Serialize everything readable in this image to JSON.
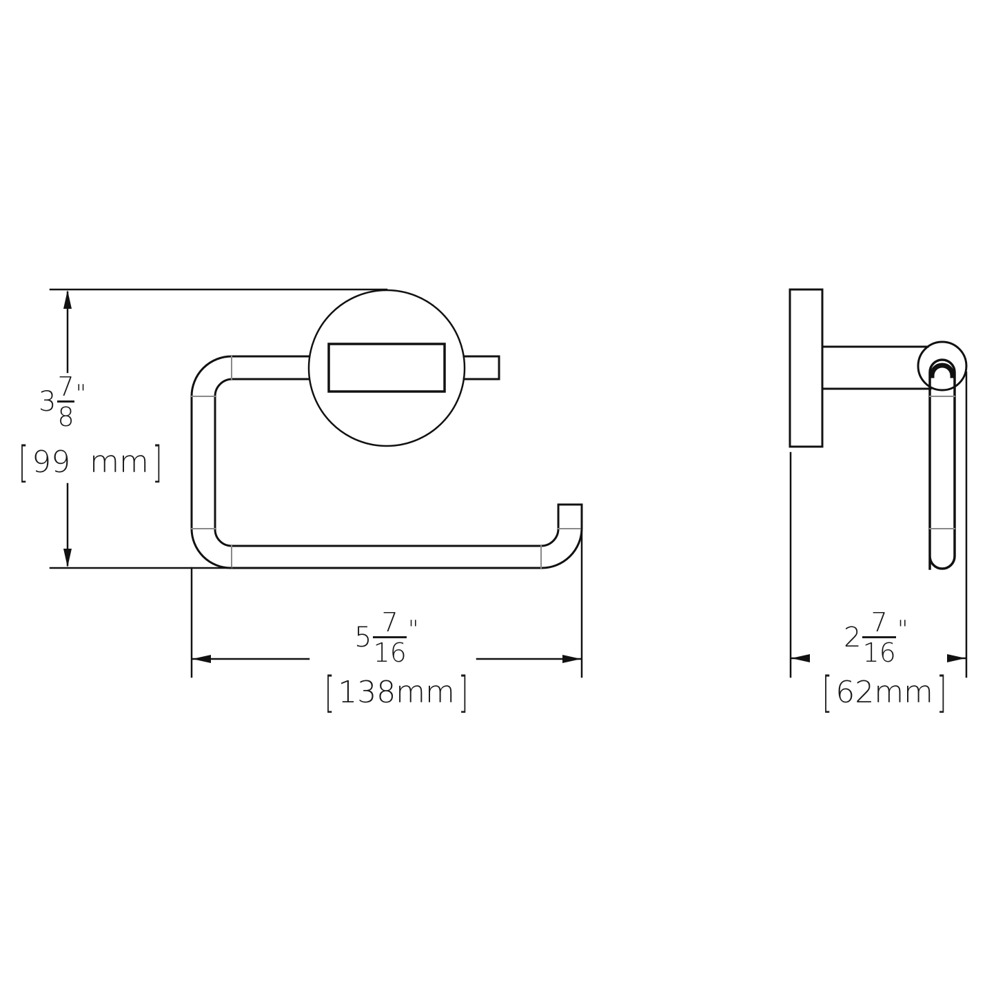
{
  "drawing": {
    "title": "Toilet paper holder dimension drawing",
    "views": [
      "front",
      "side"
    ],
    "line_color": "#111111",
    "seam_color": "#888888",
    "background": "#ffffff"
  },
  "dimensions": {
    "height": {
      "whole": "3",
      "numerator": "7",
      "denominator": "8",
      "inch_mark": "\"",
      "metric": "99  mm",
      "bracket_open": "[",
      "bracket_close": "]"
    },
    "width": {
      "whole": "5",
      "numerator": "7",
      "denominator": "16",
      "inch_mark": "\"",
      "metric": "138mm",
      "bracket_open": "[",
      "bracket_close": "]"
    },
    "depth": {
      "whole": "2",
      "numerator": "7",
      "denominator": "16",
      "inch_mark": "\"",
      "metric": "62mm",
      "bracket_open": "[",
      "bracket_close": "]"
    }
  }
}
